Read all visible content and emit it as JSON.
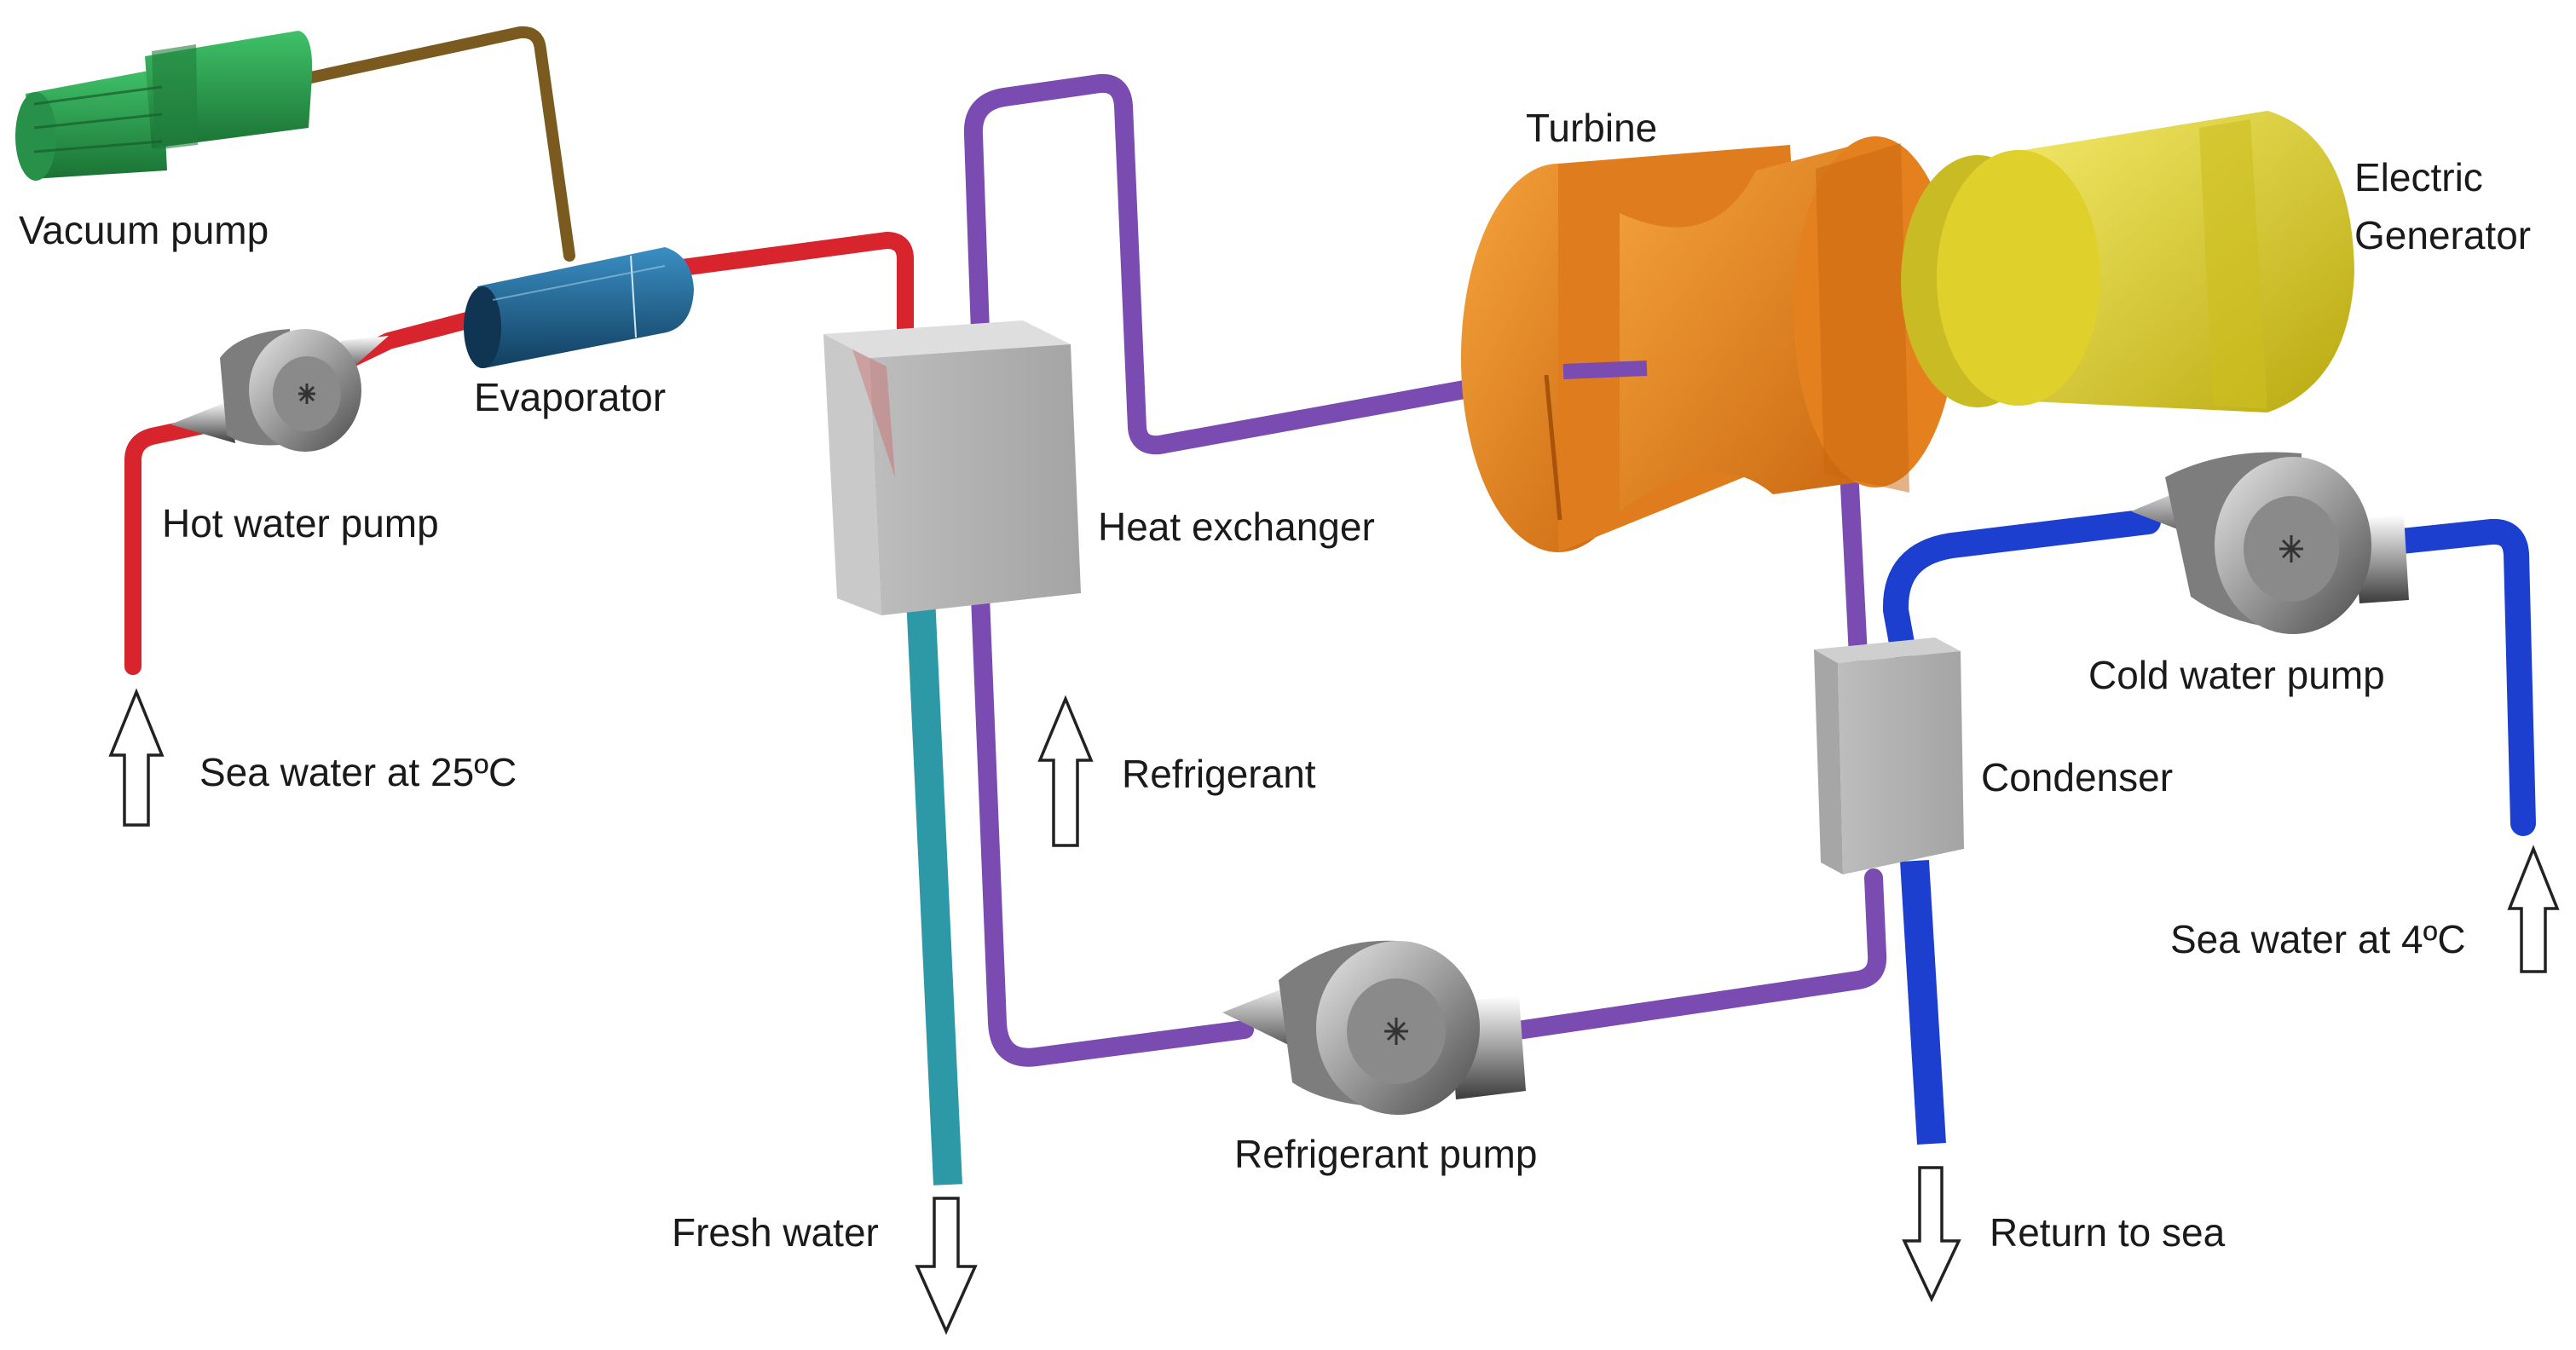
{
  "labels": {
    "vacuum_pump": "Vacuum pump",
    "evaporator": "Evaporator",
    "hot_water_pump": "Hot water pump",
    "sea_water_warm": "Sea water at 25ºC",
    "heat_exchanger": "Heat exchanger",
    "refrigerant": "Refrigerant",
    "fresh_water": "Fresh water",
    "turbine": "Turbine",
    "electric_generator_line1": "Electric",
    "electric_generator_line2": "Generator",
    "refrigerant_pump": "Refrigerant pump",
    "condenser": "Condenser",
    "cold_water_pump": "Cold water pump",
    "sea_water_cold": "Sea water at 4ºC",
    "return_to_sea": "Return to sea"
  },
  "colors": {
    "hot_water_pipe": "#d8242c",
    "refrigerant_pipe": "#7a4bb0",
    "cold_water_pipe": "#1d3fd0",
    "fresh_water_pipe": "#2d98a6",
    "vacuum_line": "#7a5a1e",
    "vacuum_pump_body": "#2a9a48",
    "evaporator_body": "#1c5f8c",
    "turbine_body": "#e9851c",
    "generator_body": "#e2d327",
    "exchanger_body": "#a9a9a9",
    "pump_body": "#9c9c9c"
  },
  "icons": [
    "vacuum-pump-icon",
    "evaporator-icon",
    "pump-icon",
    "heat-exchanger-icon",
    "turbine-icon",
    "generator-icon",
    "condenser-icon",
    "flow-arrow-icon"
  ]
}
